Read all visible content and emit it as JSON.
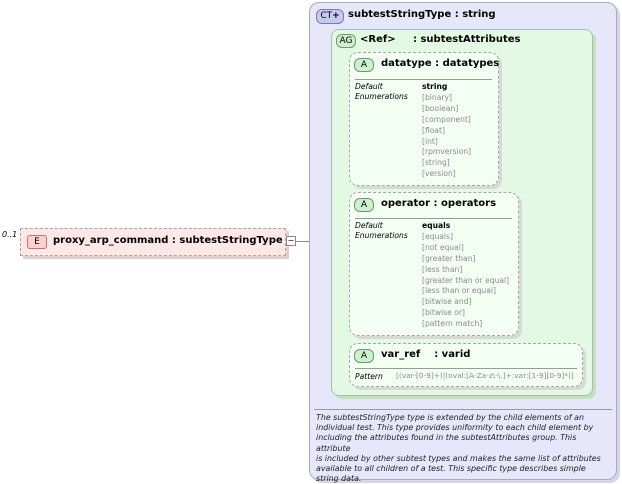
{
  "element": {
    "occurrence": "0..1",
    "badge": "E",
    "title": "proxy_arp_command : subtestStringType",
    "expander": "−"
  },
  "complex_type": {
    "badge": "CT",
    "title": "subtestStringType : string",
    "description": [
      "The subtestStringType type is extended by the child elements of an",
      "individual test.  This type provides uniformity to each child element by",
      "including the attributes found in the subtestAttributes group.  This attribute",
      "is included by other subtest types and makes the same list of attributes",
      "available to all children of a test.  This specific type describes simple",
      "string data."
    ]
  },
  "attribute_group": {
    "badge": "AG",
    "ref": "<Ref>",
    "title": ": subtestAttributes"
  },
  "attributes": [
    {
      "badge": "A",
      "title": "datatype : datatypes",
      "default_label": "Default",
      "enum_label": "Enumerations",
      "values": [
        "string",
        "[binary]",
        "[boolean]",
        "[component]",
        "[float]",
        "[int]",
        "[rpmversion]",
        "[string]",
        "[version]"
      ]
    },
    {
      "badge": "A",
      "title": "operator : operators",
      "default_label": "Default",
      "enum_label": "Enumerations",
      "values": [
        "equals",
        "[equals]",
        "[not equal]",
        "[greater than]",
        "[less than]",
        "[greater than or equal]",
        "[less than or equal]",
        "[bitwise and]",
        "[bitwise or]",
        "[pattern match]"
      ]
    },
    {
      "badge": "A",
      "title": "var_ref    : varid",
      "pattern_label": "Pattern",
      "pattern": "[(var-[0-9]+)|(oval:[A-Za-z\\-\\.]+:var:[1-9][0-9]*)]"
    }
  ],
  "colors": {
    "element_fill": "#fde7e7",
    "element_badge": "#ffd0d0",
    "ct_fill": "#e6e7fb",
    "ct_badge": "#c7c9f0",
    "ag_fill": "#e3f9e3",
    "attr_fill": "#f4fff4",
    "attr_badge": "#cdf1cd"
  }
}
